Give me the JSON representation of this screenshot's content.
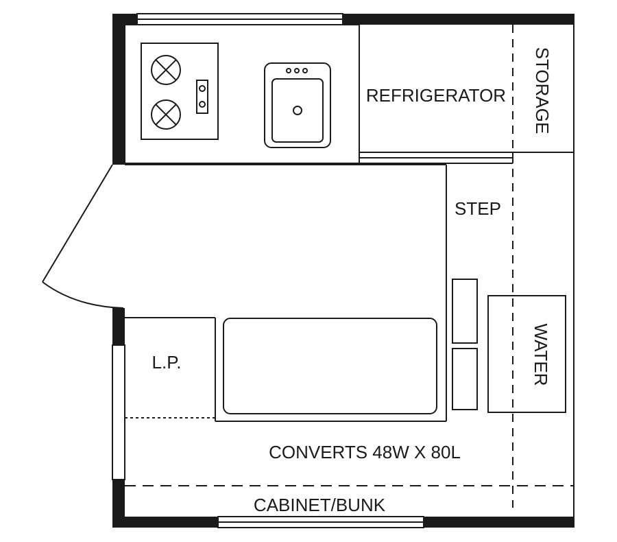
{
  "labels": {
    "refrigerator": "REFRIGERATOR",
    "storage": "STORAGE",
    "step": "STEP",
    "water": "WATER",
    "lp": "L.P.",
    "converts": "CONVERTS 48W X 80L",
    "cabinet_bunk": "CABINET/BUNK"
  },
  "colors": {
    "line": "#1a1a1a",
    "background": "#ffffff"
  }
}
